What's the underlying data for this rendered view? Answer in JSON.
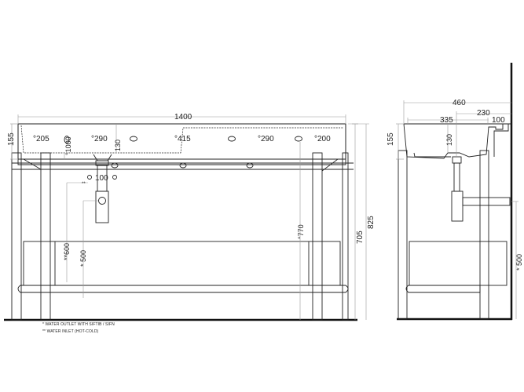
{
  "front_view": {
    "dimensions": {
      "overall_width": "1400",
      "basin_depth_left": "155",
      "hole_205": "°205",
      "hole_290_left": "°290",
      "hole_415": "°415",
      "hole_290_right": "°290",
      "hole_200": "°200",
      "hole_1000": "°1000",
      "bowl_depth": "130",
      "inlet_spacing": "100",
      "inlet_spacing_mark": "**",
      "inlet_height": "**600",
      "outlet_height": "* 500",
      "rim_770": "°770",
      "height_705": "705",
      "height_825": "825"
    }
  },
  "side_view": {
    "dimensions": {
      "depth_460": "460",
      "depth_230": "230",
      "depth_335": "335",
      "depth_100": "100",
      "basin_depth": "155",
      "bowl_depth": "130",
      "outlet_height": "* 500"
    }
  },
  "notes": [
    "*  WATER OUTLET WITH SIFTIB / SIFN",
    "** WATER INLET  (HOT-COLD)"
  ],
  "colors": {
    "line": "#222222",
    "dim_line": "#9a9a9a",
    "floor": "#111111",
    "background": "#ffffff"
  }
}
